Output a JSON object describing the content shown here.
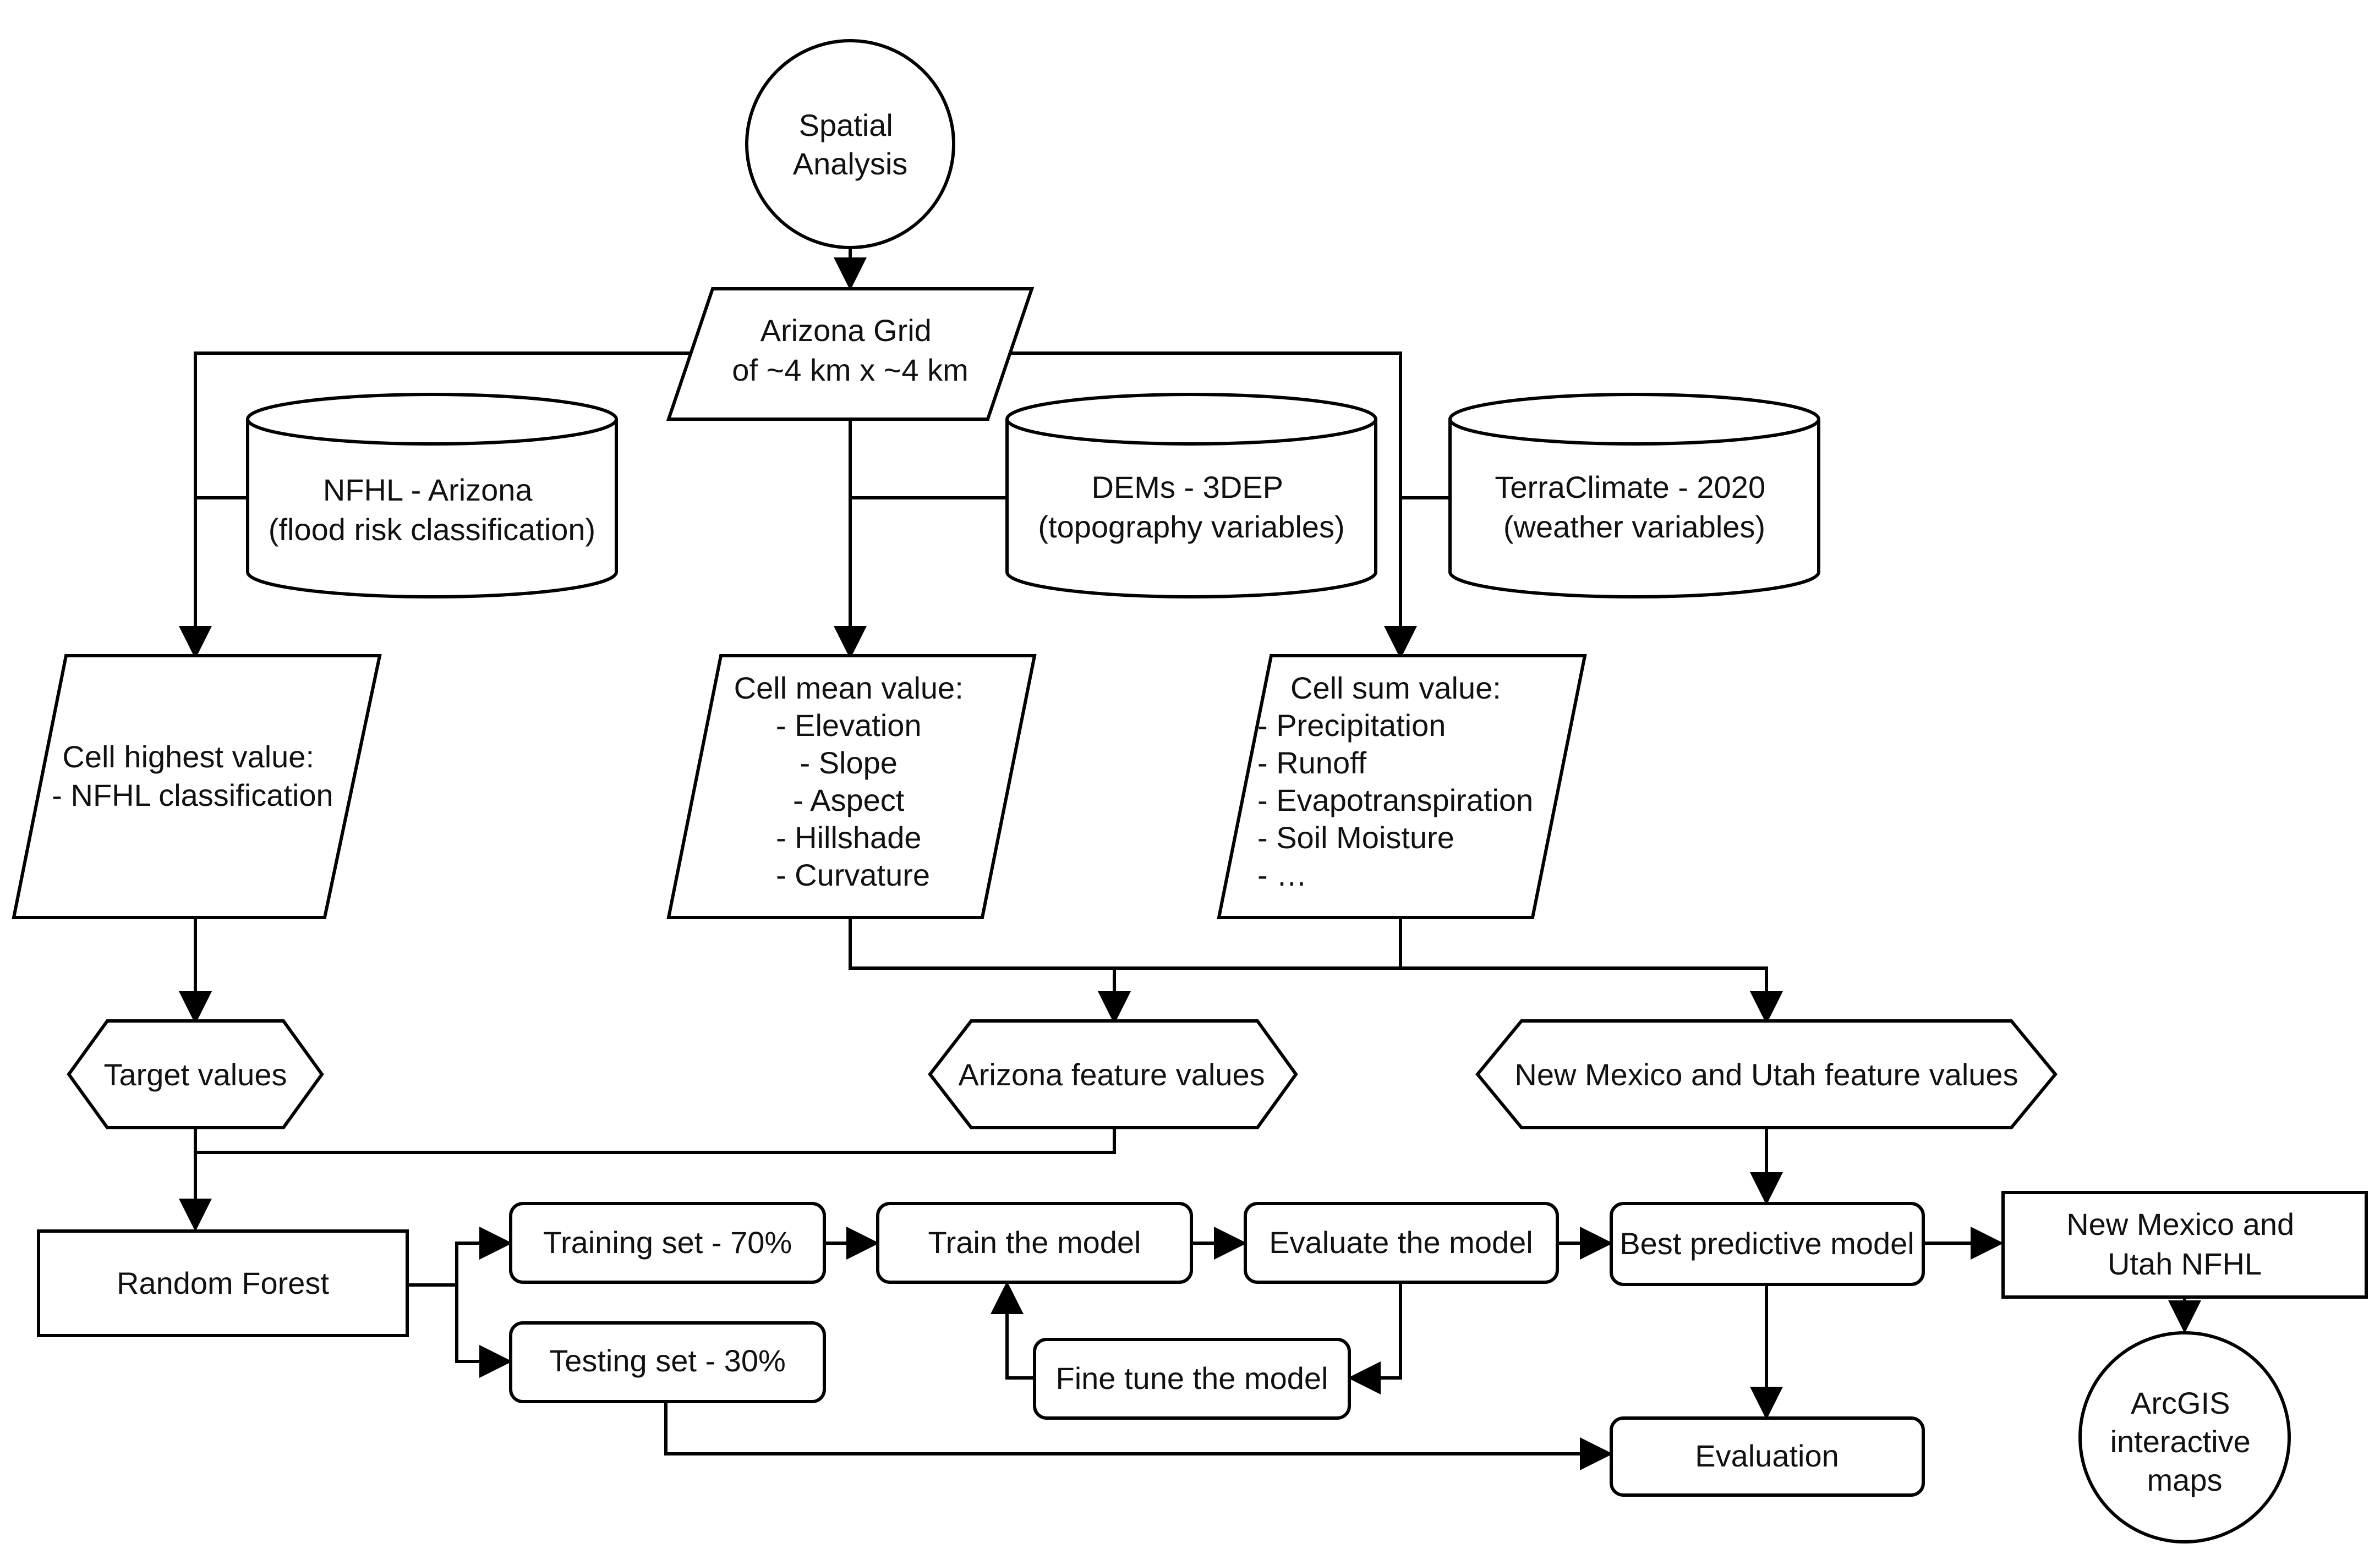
{
  "diagram": {
    "nodes": {
      "spatial_analysis": {
        "lines": [
          "Spatial",
          "Analysis"
        ]
      },
      "arizona_grid": {
        "lines": [
          "Arizona Grid",
          "of ~4 km x ~4 km"
        ]
      },
      "nfhl_db": {
        "lines": [
          "NFHL - Arizona",
          "(flood risk classification)"
        ]
      },
      "dems_db": {
        "lines": [
          "DEMs - 3DEP",
          "(topography variables)"
        ]
      },
      "terra_db": {
        "lines": [
          "TerraClimate - 2020",
          "(weather variables)"
        ]
      },
      "cell_highest": {
        "lines": [
          "Cell highest value:",
          "- NFHL classification"
        ]
      },
      "cell_mean": {
        "lines": [
          "Cell mean value:",
          "- Elevation",
          "- Slope",
          "- Aspect",
          "- Hillshade",
          "- Curvature"
        ]
      },
      "cell_sum": {
        "lines": [
          "Cell sum value:",
          "- Precipitation",
          "- Runoff",
          "- Evapotranspiration",
          "- Soil Moisture",
          "- …"
        ]
      },
      "target_values": {
        "lines": [
          "Target values"
        ]
      },
      "arizona_features": {
        "lines": [
          "Arizona feature values"
        ]
      },
      "nm_utah_features": {
        "lines": [
          "New Mexico and Utah feature values"
        ]
      },
      "random_forest": {
        "lines": [
          "Random Forest"
        ]
      },
      "training_set": {
        "lines": [
          "Training set - 70%"
        ]
      },
      "testing_set": {
        "lines": [
          "Testing set - 30%"
        ]
      },
      "train_model": {
        "lines": [
          "Train the model"
        ]
      },
      "evaluate_model": {
        "lines": [
          "Evaluate the model"
        ]
      },
      "fine_tune": {
        "lines": [
          "Fine tune the model"
        ]
      },
      "best_model": {
        "lines": [
          "Best predictive model"
        ]
      },
      "evaluation": {
        "lines": [
          "Evaluation"
        ]
      },
      "nm_utah_nfhl": {
        "lines": [
          "New Mexico and",
          "Utah NFHL"
        ]
      },
      "arcgis_maps": {
        "lines": [
          "ArcGIS",
          "interactive",
          "maps"
        ]
      }
    }
  }
}
